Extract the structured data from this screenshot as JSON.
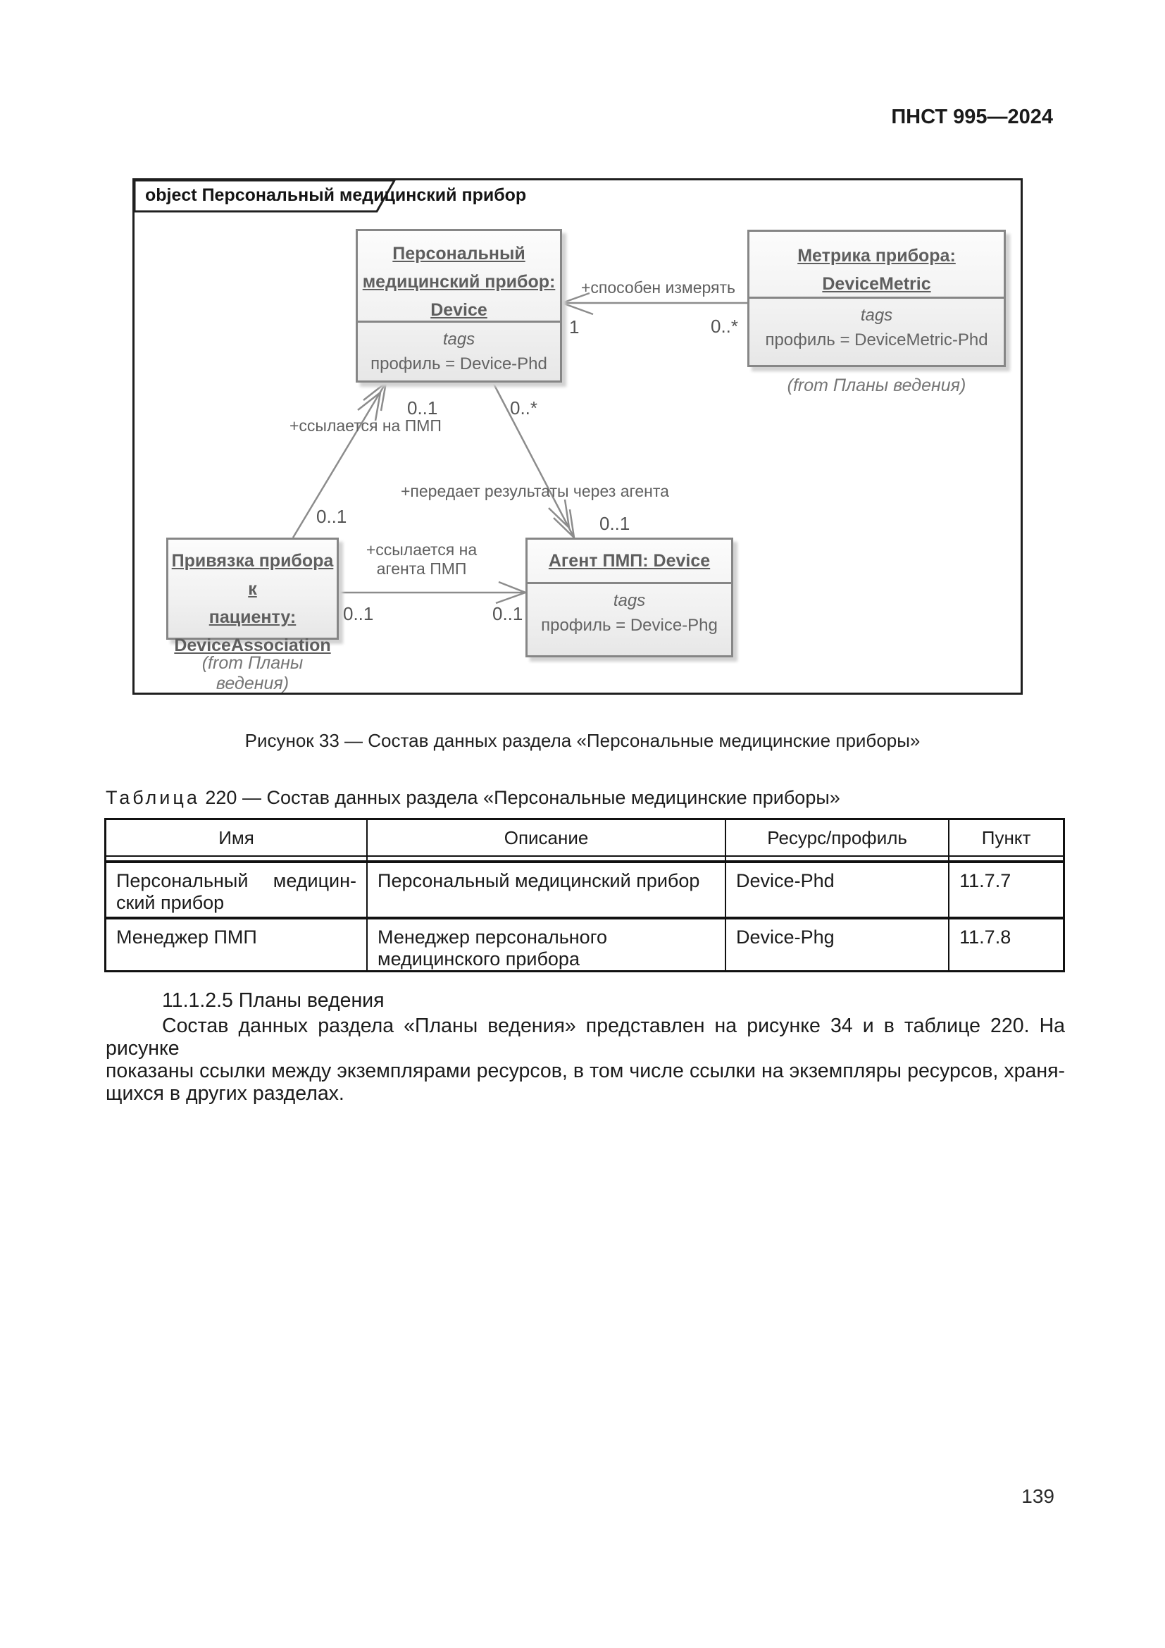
{
  "page": {
    "header": "ПНСТ 995—2024",
    "number": "139"
  },
  "diagram": {
    "frame_label": "object Персональный медицинский прибор",
    "nodes": {
      "device": {
        "title_lines": [
          "Персональный",
          "медицинский прибор:",
          "Device"
        ],
        "tags_label": "tags",
        "tag_value": "профиль = Device-Phd"
      },
      "metric": {
        "title_lines": [
          "Метрика прибора:",
          "DeviceMetric"
        ],
        "tags_label": "tags",
        "tag_value": "профиль = DeviceMetric-Phd",
        "from_note": "(from Планы ведения)"
      },
      "assoc": {
        "title_lines": [
          "Привязка прибора к",
          "пациенту:",
          "DeviceAssociation"
        ],
        "from_note": "(from Планы ведения)"
      },
      "agent": {
        "title_lines": [
          "Агент ПМП: Device"
        ],
        "tags_label": "tags",
        "tag_value": "профиль = Device-Phg"
      }
    },
    "edges": {
      "measures": {
        "label": "+способен измерять",
        "source_mult": "1",
        "target_mult": "0..*"
      },
      "refs_pmp": {
        "label": "+ссылается на ПМП",
        "top_mult": "0..1",
        "bottom_mult": "0..1"
      },
      "transmits": {
        "label": "+передает результаты через агента",
        "top_mult": "0..*",
        "bottom_mult": "0..1"
      },
      "refs_agent": {
        "label": "+ссылается на агента ПМП",
        "left_mult": "0..1",
        "right_mult": "0..1"
      }
    }
  },
  "figure_caption": "Рисунок 33 — Состав данных раздела «Персональные медицинские приборы»",
  "table": {
    "label": "Таблица",
    "number": "220",
    "title": "— Состав данных раздела «Персональные медицинские приборы»",
    "columns": [
      "Имя",
      "Описание",
      "Ресурс/профиль",
      "Пункт"
    ],
    "rows": [
      {
        "name": "Персональный медицин-ский прибор",
        "description": "Персональный медицинский прибор",
        "resource": "Device-Phd",
        "clause": "11.7.7"
      },
      {
        "name": "Менеджер ПМП",
        "description": "Менеджер персонального медицинского прибора",
        "resource": "Device-Phg",
        "clause": "11.7.8"
      }
    ]
  },
  "section": {
    "heading": "11.1.2.5 Планы ведения",
    "paragraph_lines": [
      "Состав данных раздела «Планы ведения» представлен на рисунке 34 и в таблице 220. На рисунке",
      "показаны ссылки между экземплярами ресурсов, в том числе ссылки на экземпляры ресурсов, храня-",
      "щихся в других разделах."
    ]
  }
}
